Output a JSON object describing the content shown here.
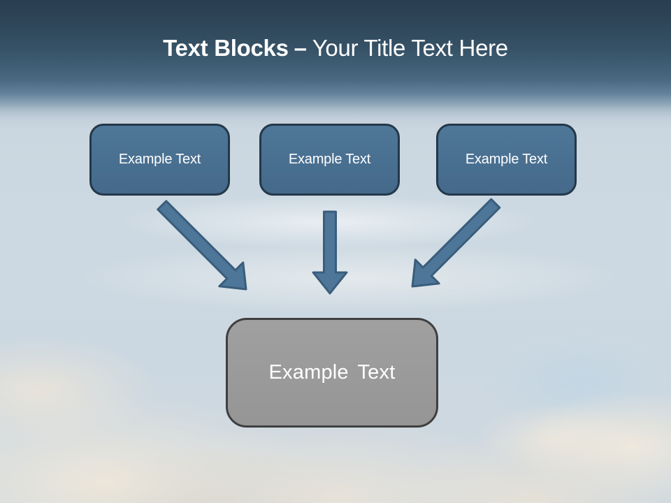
{
  "slide": {
    "title": {
      "bold": "Text Blocks",
      "separator": "–",
      "regular": "Your Title Text Here"
    },
    "source_boxes": [
      {
        "label": "Example Text"
      },
      {
        "label": "Example Text"
      },
      {
        "label": "Example Text"
      }
    ],
    "result_box": {
      "label": "Example Text"
    },
    "colors": {
      "title_text": "#ffffff",
      "header_top": "#293e50",
      "sky_light": "#ccd8e1",
      "cloud_cream": "#ece5d7",
      "box_fill": "#4a7192",
      "box_border": "#24384a",
      "box_text": "#ffffff",
      "arrow_fill": "#4d7699",
      "arrow_stroke": "#3a5d7b",
      "result_fill": "#9b9b9b",
      "result_border": "#3f3f3f",
      "result_text": "#ffffff"
    }
  }
}
